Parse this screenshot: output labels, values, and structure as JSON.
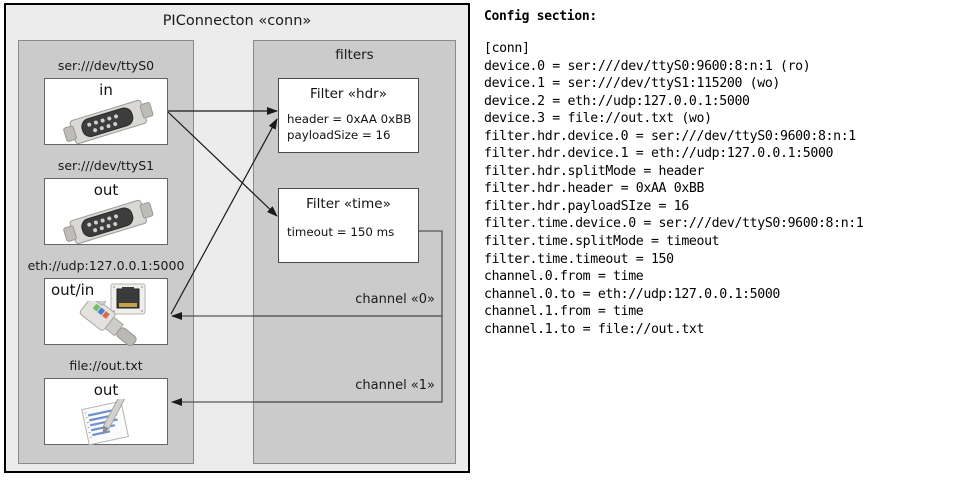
{
  "diagram": {
    "outer_title": "PIConnecton «conn»",
    "devices_panel": {
      "name": "devices",
      "items": [
        {
          "label": "ser:///dev/ttyS0",
          "io": "in",
          "icon": "serial-port-icon"
        },
        {
          "label": "ser:///dev/ttyS1",
          "io": "out",
          "icon": "serial-port-icon"
        },
        {
          "label": "eth://udp:127.0.0.1:5000",
          "io": "out/in",
          "icon": "ethernet-plug-icon"
        },
        {
          "label": "file://out.txt",
          "io": "out",
          "icon": "text-file-icon"
        }
      ]
    },
    "filters_panel": {
      "title": "filters",
      "filters": [
        {
          "title": "Filter «hdr»",
          "attrs": [
            "header = 0xAA 0xBB",
            "payloadSize = 16"
          ]
        },
        {
          "title": "Filter «time»",
          "attrs": [
            "timeout = 150 ms"
          ]
        }
      ],
      "channels": [
        {
          "label": "channel «0»"
        },
        {
          "label": "channel «1»"
        }
      ]
    }
  },
  "config": {
    "heading": "Config section:",
    "lines": [
      "[conn]",
      "device.0 = ser:///dev/ttyS0:9600:8:n:1 (ro)",
      "device.1 = ser:///dev/ttyS1:115200 (wo)",
      "device.2 = eth://udp:127.0.0.1:5000",
      "device.3 = file://out.txt (wo)",
      "filter.hdr.device.0 = ser:///dev/ttyS0:9600:8:n:1",
      "filter.hdr.device.1 = eth://udp:127.0.0.1:5000",
      "filter.hdr.splitMode = header",
      "filter.hdr.header = 0xAA 0xBB",
      "filter.hdr.payloadSIze = 16",
      "filter.time.device.0 = ser:///dev/ttyS0:9600:8:n:1",
      "filter.time.splitMode = timeout",
      "filter.time.timeout = 150",
      "channel.0.from = time",
      "channel.0.to = eth://udp:127.0.0.1:5000",
      "channel.1.from = time",
      "channel.1.to = file://out.txt"
    ]
  },
  "colors": {
    "outer_bg": "#ececec",
    "panel_bg": "#cbcbcb",
    "box_bg": "#ffffff",
    "border_dark": "#000000",
    "border_grey": "#8a8a8a",
    "wire": "#3c3c3c"
  }
}
